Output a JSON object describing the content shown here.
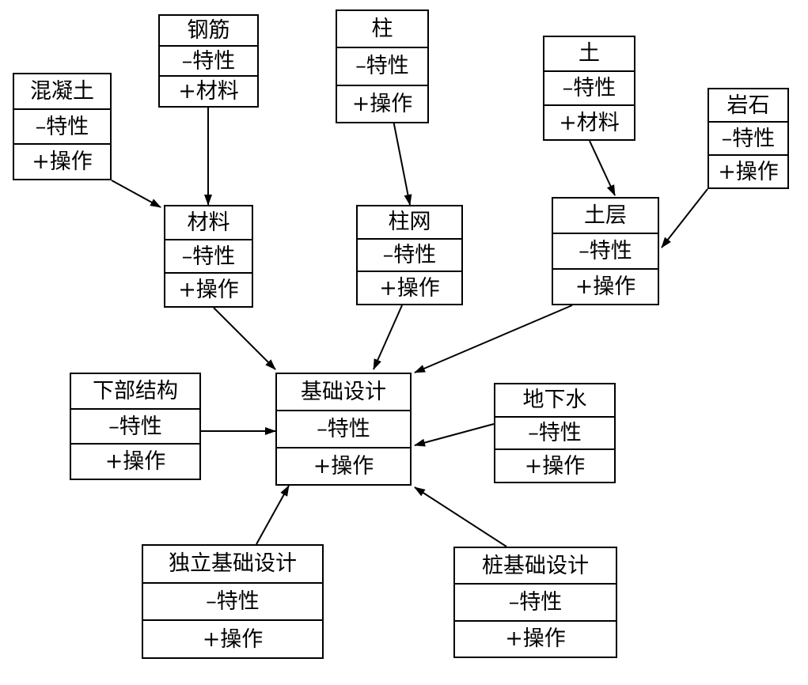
{
  "diagram": {
    "nodes": [
      {
        "id": "concrete",
        "name": "混凝土",
        "attr": "–特性",
        "op": "+操作"
      },
      {
        "id": "rebar",
        "name": "钢筋",
        "attr": "–特性",
        "op": "+材料"
      },
      {
        "id": "column",
        "name": "柱",
        "attr": "–特性",
        "op": "+操作"
      },
      {
        "id": "soil",
        "name": "土",
        "attr": "–特性",
        "op": "+材料"
      },
      {
        "id": "rock",
        "name": "岩石",
        "attr": "–特性",
        "op": "+操作"
      },
      {
        "id": "material",
        "name": "材料",
        "attr": "–特性",
        "op": "+操作"
      },
      {
        "id": "column-grid",
        "name": "柱网",
        "attr": "–特性",
        "op": "+操作"
      },
      {
        "id": "soil-layer",
        "name": "土层",
        "attr": "–特性",
        "op": "+操作"
      },
      {
        "id": "substructure",
        "name": "下部结构",
        "attr": "–特性",
        "op": "+操作"
      },
      {
        "id": "foundation-design",
        "name": "基础设计",
        "attr": "–特性",
        "op": "+操作"
      },
      {
        "id": "groundwater",
        "name": "地下水",
        "attr": "–特性",
        "op": "+操作"
      },
      {
        "id": "isolated-foundation-design",
        "name": "独立基础设计",
        "attr": "–特性",
        "op": "+操作"
      },
      {
        "id": "pile-foundation-design",
        "name": "桩基础设计",
        "attr": "–特性",
        "op": "+操作"
      }
    ],
    "edges": [
      {
        "from": "concrete",
        "to": "material"
      },
      {
        "from": "rebar",
        "to": "material"
      },
      {
        "from": "column",
        "to": "column-grid"
      },
      {
        "from": "soil",
        "to": "soil-layer"
      },
      {
        "from": "rock",
        "to": "soil-layer"
      },
      {
        "from": "material",
        "to": "foundation-design"
      },
      {
        "from": "column-grid",
        "to": "foundation-design"
      },
      {
        "from": "soil-layer",
        "to": "foundation-design"
      },
      {
        "from": "substructure",
        "to": "foundation-design"
      },
      {
        "from": "groundwater",
        "to": "foundation-design"
      },
      {
        "from": "isolated-foundation-design",
        "to": "foundation-design"
      },
      {
        "from": "pile-foundation-design",
        "to": "foundation-design"
      }
    ]
  }
}
